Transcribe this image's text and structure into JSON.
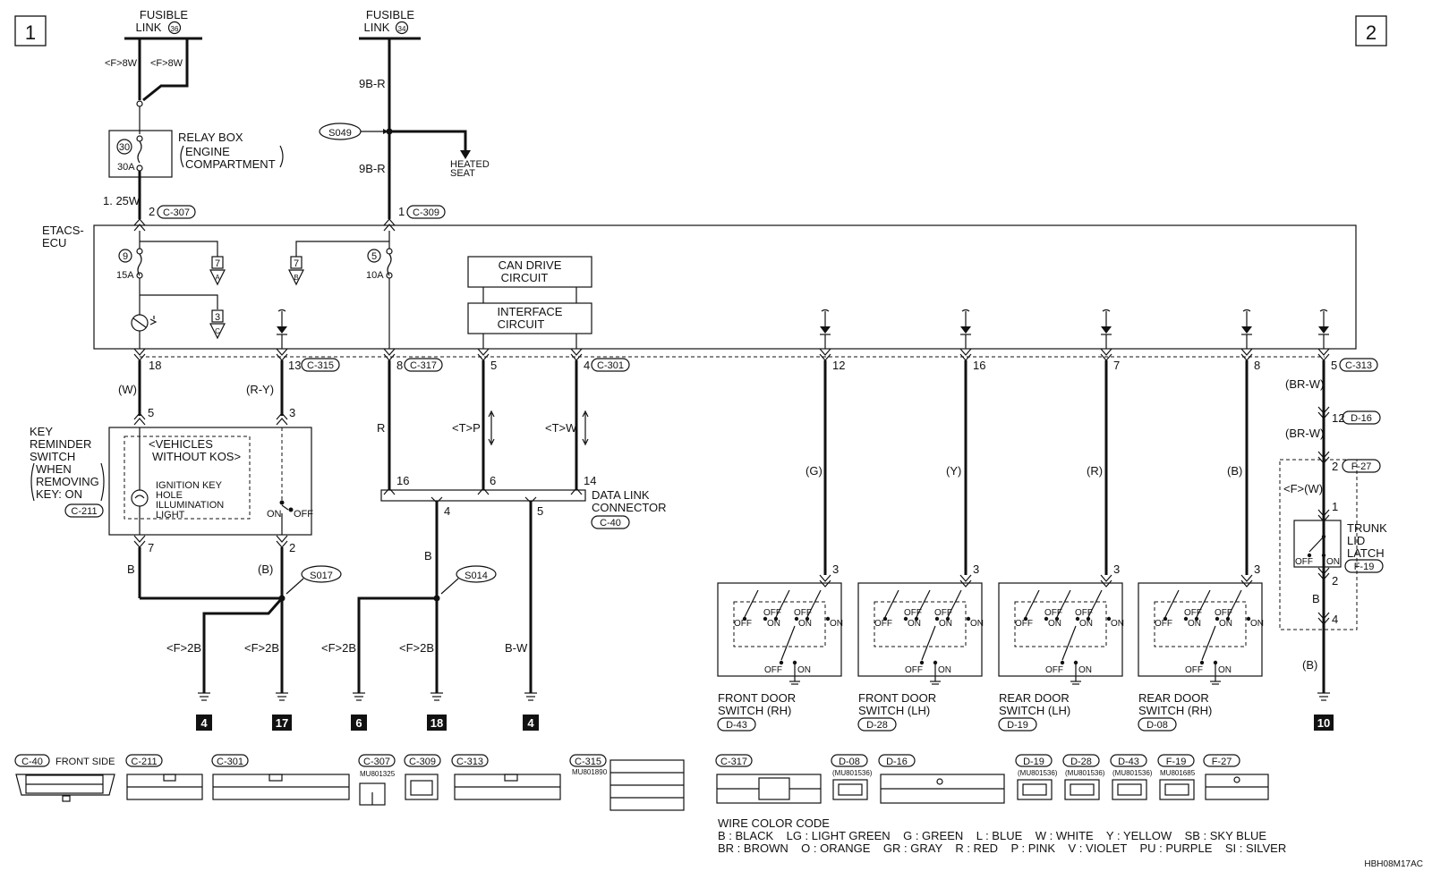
{
  "page": {
    "num_left": "1",
    "num_right": "2",
    "code": "HBH08M17AC"
  },
  "fusible": [
    {
      "title": "FUSIBLE",
      "link": "LINK",
      "num": "36",
      "wire1": "<F>8W",
      "wire2": "<F>8W"
    },
    {
      "title": "FUSIBLE",
      "link": "LINK",
      "num": "34",
      "wire": "9B-R"
    }
  ],
  "relay": {
    "num": "30",
    "amp": "30A",
    "l1": "RELAY BOX",
    "l2": "ENGINE",
    "l3": "COMPARTMENT",
    "wire": "1. 25W"
  },
  "splice_top": {
    "name": "S049",
    "wire": "9B-R",
    "dest1": "HEATED",
    "dest2": "SEAT"
  },
  "ecu": {
    "l1": "ETACS-",
    "l2": "ECU",
    "top_pins": [
      {
        "pin": "2",
        "conn": "C-307"
      },
      {
        "pin": "1",
        "conn": "C-309"
      }
    ],
    "fuse1": {
      "num": "9",
      "amp": "15A"
    },
    "fuse2": {
      "num": "5",
      "amp": "10A"
    },
    "refs": [
      {
        "num": "7",
        "letter": "A"
      },
      {
        "num": "3",
        "letter": "C"
      },
      {
        "num": "7",
        "letter": "B"
      }
    ],
    "can1": "CAN DRIVE",
    "can2": "CIRCUIT",
    "if1": "INTERFACE",
    "if2": "CIRCUIT",
    "pins": [
      {
        "pin": "18",
        "conn": ""
      },
      {
        "pin": "13",
        "conn": "C-315"
      },
      {
        "pin": "8",
        "conn": "C-317"
      },
      {
        "pin": "5",
        "conn": ""
      },
      {
        "pin": "4",
        "conn": "C-301"
      },
      {
        "pin": "12",
        "conn": ""
      },
      {
        "pin": "16",
        "conn": ""
      },
      {
        "pin": "7",
        "conn": ""
      },
      {
        "pin": "8",
        "conn": ""
      },
      {
        "pin": "5",
        "conn": "C-313"
      }
    ]
  },
  "key_switch": {
    "l1": "KEY",
    "l2": "REMINDER",
    "l3": "SWITCH",
    "l4": "WHEN",
    "l5": "REMOVING",
    "l6": "KEY: ON",
    "conn": "C-211",
    "v1": "<VEHICLES",
    "v2": "WITHOUT KOS>",
    "lamp1": "IGNITION KEY",
    "lamp2": "HOLE",
    "lamp3": "ILLUMINATION",
    "lamp4": "LIGHT",
    "on": "ON",
    "off": "OFF",
    "wire_w": "(W)",
    "wire_ry": "(R-Y)",
    "pin5": "5",
    "pin3": "3",
    "pin7": "7",
    "pin2": "2",
    "wire_b": "B",
    "wire_b2": "(B)"
  },
  "splices": [
    {
      "name": "S017"
    },
    {
      "name": "S014"
    }
  ],
  "dlc": {
    "l1": "DATA LINK",
    "l2": "CONNECTOR",
    "conn": "C-40",
    "wire_r": "R",
    "wire_tp": "<T>P",
    "wire_tw": "<T>W",
    "pin16": "16",
    "pin6": "6",
    "pin14": "14",
    "pin4": "4",
    "pin5": "5",
    "wire_b": "B",
    "wire_bw": "B-W"
  },
  "grounds": [
    {
      "wire": "<F>2B",
      "num": "4"
    },
    {
      "wire": "<F>2B",
      "num": "17"
    },
    {
      "wire": "<F>2B",
      "num": "6"
    },
    {
      "wire": "<F>2B",
      "num": "18"
    },
    {
      "wire": "B-W",
      "num": "4"
    },
    {
      "wire": "(B)",
      "num": "10"
    }
  ],
  "door_switches": [
    {
      "wire": "(G)",
      "pin": "3",
      "l1": "FRONT DOOR",
      "l2": "SWITCH (RH)",
      "conn": "D-43"
    },
    {
      "wire": "(Y)",
      "pin": "3",
      "l1": "FRONT DOOR",
      "l2": "SWITCH (LH)",
      "conn": "D-28"
    },
    {
      "wire": "(R)",
      "pin": "3",
      "l1": "REAR DOOR",
      "l2": "SWITCH (LH)",
      "conn": "D-19"
    },
    {
      "wire": "(B)",
      "pin": "3",
      "l1": "REAR DOOR",
      "l2": "SWITCH (RH)",
      "conn": "D-08"
    }
  ],
  "sw_text": {
    "off": "OFF",
    "on": "ON"
  },
  "trunk": {
    "wire1": "(BR-W)",
    "pin12": "12",
    "conn1": "D-16",
    "wire2": "(BR-W)",
    "pin2a": "2",
    "conn2": "F-27",
    "wire3": "<F>(W)",
    "pin1": "1",
    "l1": "TRUNK",
    "l2": "LID",
    "l3": "LATCH",
    "conn": "F-19",
    "off": "OFF",
    "on": "ON",
    "pin2b": "2",
    "wire4": "B",
    "pin4": "4"
  },
  "connectors": [
    {
      "id": "C-40",
      "label": "FRONT SIDE"
    },
    {
      "id": "C-211",
      "label": ""
    },
    {
      "id": "C-301",
      "label": ""
    },
    {
      "id": "C-307",
      "label": "MU801325"
    },
    {
      "id": "C-309",
      "label": ""
    },
    {
      "id": "C-313",
      "label": ""
    },
    {
      "id": "C-315",
      "label": "MU801890"
    },
    {
      "id": "C-317",
      "label": ""
    },
    {
      "id": "D-08",
      "label": "(MU801536)"
    },
    {
      "id": "D-16",
      "label": ""
    },
    {
      "id": "D-19",
      "label": "(MU801536)"
    },
    {
      "id": "D-28",
      "label": "(MU801536)"
    },
    {
      "id": "D-43",
      "label": "(MU801536)"
    },
    {
      "id": "F-19",
      "label": "MU801685"
    },
    {
      "id": "F-27",
      "label": ""
    }
  ],
  "wire_code": {
    "title": "WIRE COLOR CODE",
    "line1": "B : BLACK    LG : LIGHT GREEN    G : GREEN    L : BLUE    W : WHITE    Y : YELLOW    SB : SKY BLUE",
    "line2": "BR : BROWN    O : ORANGE    GR : GRAY    R : RED    P : PINK    V : VIOLET    PU : PURPLE    SI : SILVER"
  }
}
